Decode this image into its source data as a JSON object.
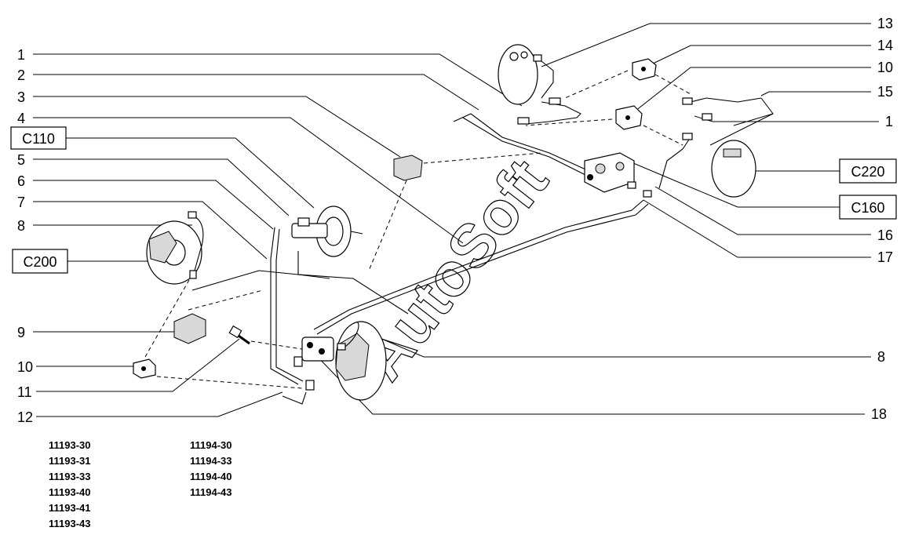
{
  "callouts_left": [
    "1",
    "2",
    "3",
    "4",
    "5",
    "6",
    "7",
    "8",
    "9",
    "10",
    "11",
    "12"
  ],
  "callouts_right": [
    "13",
    "14",
    "10",
    "15",
    "1",
    "16",
    "17",
    "8",
    "18"
  ],
  "boxed_labels": {
    "c110": "C110",
    "c200": "C200",
    "c220": "C220",
    "c160": "C160"
  },
  "watermark": "AutoSoft",
  "models_col1": [
    "11193-30",
    "11193-31",
    "11193-33",
    "11193-40",
    "11193-41",
    "11193-43"
  ],
  "models_col2": [
    "11194-30",
    "11194-33",
    "11194-40",
    "11194-43"
  ]
}
